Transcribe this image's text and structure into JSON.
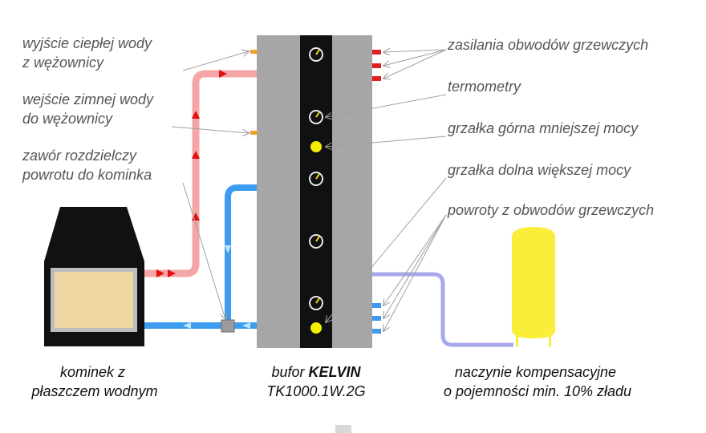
{
  "labels": {
    "hot_water_out": [
      "wyjście ciepłej wody",
      "z wężownicy"
    ],
    "cold_water_in": [
      "wejście zimnej wody",
      "do wężownicy"
    ],
    "valve": [
      "zawór rozdzielczy",
      "powrotu do kominka"
    ],
    "heating_supply": "zasilania obwodów grzewczych",
    "thermometers": "termometry",
    "upper_heater": "grzałka górna mniejszej mocy",
    "lower_heater": "grzałka dolna większej mocy",
    "heating_returns": "powroty z obwodów grzewczych"
  },
  "captions": {
    "fireplace": [
      "kominek z",
      "płaszczem wodnym"
    ],
    "buffer_prefix": "bufor ",
    "buffer_brand": "KELVIN",
    "buffer_model": "TK1000.1W.2G",
    "vessel": [
      "naczynie kompensacyjne",
      "o pojemności min. 10% zładu"
    ]
  },
  "colors": {
    "tank_body": "#a6a6a6",
    "tank_stripe": "#111111",
    "hot_pipe": "#f4a6a6",
    "cold_pipe": "#3d9cf0",
    "expansion_pipe": "#a7a7ee",
    "heater": "#f5ee00",
    "vessel": "#fbee3a",
    "arrow_red": "#e01010",
    "leader": "#a0a0a0"
  }
}
